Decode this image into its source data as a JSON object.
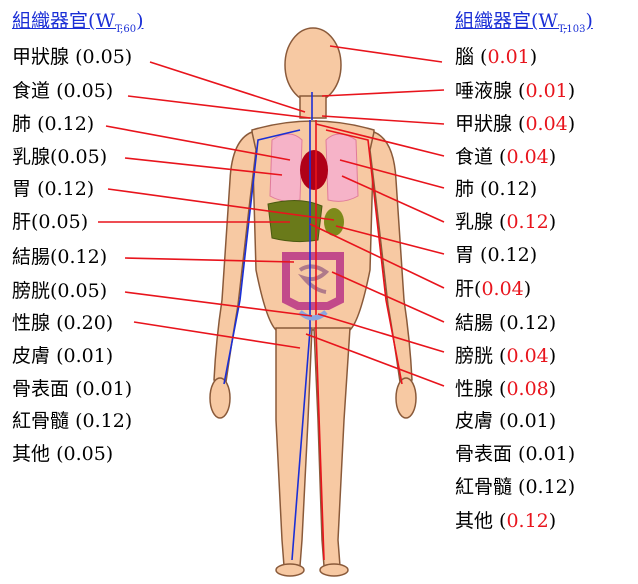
{
  "left": {
    "header": {
      "title": "組織器官",
      "open": "(W",
      "sub": "T,60",
      "close": ")"
    },
    "rows": [
      {
        "organ": "甲狀腺",
        "value": "(0.05)"
      },
      {
        "organ": "食道",
        "value": "(0.05)"
      },
      {
        "organ": "肺",
        "value": "(0.12)"
      },
      {
        "organ": "乳腺",
        "value": "(0.05)"
      },
      {
        "organ": "胃",
        "value": "(0.12)"
      },
      {
        "organ": "肝",
        "value": "(0.05)"
      },
      {
        "organ": "結腸",
        "value": "(0.12)"
      },
      {
        "organ": "膀胱",
        "value": "(0.05)"
      },
      {
        "organ": "性腺",
        "value": "(0.20)"
      },
      {
        "organ": "皮膚",
        "value": "(0.01)"
      },
      {
        "organ": "骨表面",
        "value": "(0.01)"
      },
      {
        "organ": "紅骨髓",
        "value": "(0.12)"
      },
      {
        "organ": "其他",
        "value": "(0.05)"
      }
    ]
  },
  "right": {
    "header": {
      "title": "組織器官",
      "open": "(W",
      "sub": "T,103",
      "close": ")"
    },
    "rows": [
      {
        "organ": "腦",
        "value": "0.01",
        "changed": true
      },
      {
        "organ": "唾液腺",
        "value": "0.01",
        "changed": true
      },
      {
        "organ": "甲狀腺",
        "value": "0.04",
        "changed": true
      },
      {
        "organ": "食道",
        "value": "0.04",
        "changed": true
      },
      {
        "organ": "肺",
        "value": "0.12",
        "changed": false
      },
      {
        "organ": "乳腺",
        "value": "0.12",
        "changed": true
      },
      {
        "organ": "胃",
        "value": "0.12",
        "changed": false
      },
      {
        "organ": "肝",
        "value": "0.04",
        "changed": true
      },
      {
        "organ": "結腸",
        "value": "0.12",
        "changed": false
      },
      {
        "organ": "膀胱",
        "value": "0.04",
        "changed": true
      },
      {
        "organ": "性腺",
        "value": "0.08",
        "changed": true
      },
      {
        "organ": "皮膚",
        "value": "0.01",
        "changed": false
      },
      {
        "organ": "骨表面",
        "value": "0.01",
        "changed": false
      },
      {
        "organ": "紅骨髓",
        "value": "0.12",
        "changed": false
      },
      {
        "organ": "其他",
        "value": "0.12",
        "changed": true
      }
    ]
  },
  "colors": {
    "header": "#1b2fd6",
    "changed_value": "#e8141c",
    "leader": "#e8141c",
    "skin": "#f7c9a3",
    "artery": "#e8141c",
    "vein": "#1b2fd6"
  }
}
